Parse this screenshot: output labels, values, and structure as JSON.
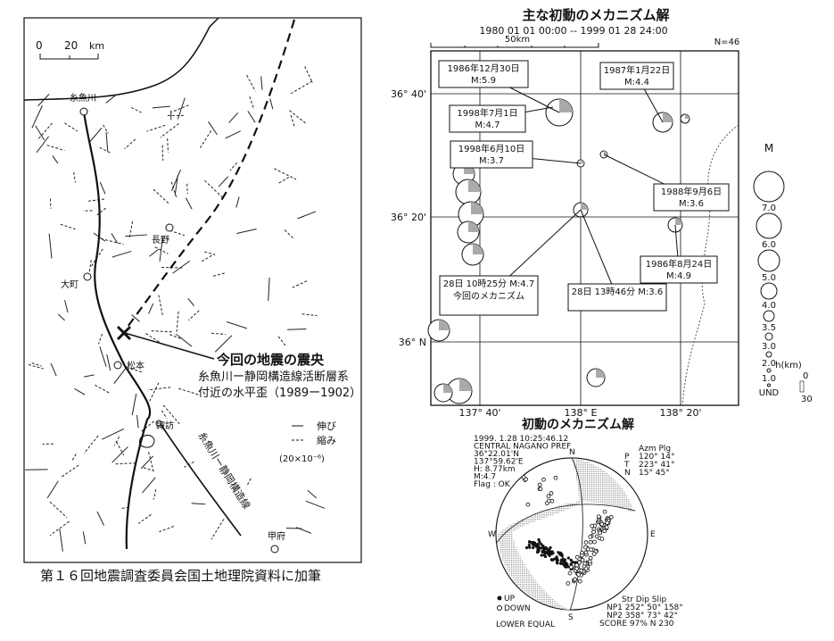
{
  "left_map": {
    "scale_label": "0",
    "scale_value": "20",
    "scale_unit": "km",
    "cities": [
      "糸魚川",
      "長野",
      "大町",
      "松本",
      "諏訪",
      "甲府"
    ],
    "epicenter_label": "今回の地震の震央",
    "strain_title_1": "糸魚川ー静岡構造線活断層系",
    "strain_title_2": "付近の水平歪（1989ー1902）",
    "legend_extension": "伸び",
    "legend_compression": "縮み",
    "legend_unit": "(20×10⁻⁶)",
    "fault_label": "糸魚川ー静岡構造線",
    "caption": "第１６回地震調査委員会国土地理院資料に加筆"
  },
  "right_map": {
    "title": "主な初動のメカニズム解",
    "period": "1980 01 01 00:00 -- 1999 01 28 24:00",
    "scale": "50km",
    "count": "N=46",
    "lat_labels": [
      "36° 40'",
      "36° 20'",
      "36° N"
    ],
    "lon_labels": [
      "137° 40'",
      "138° E",
      "138° 20'"
    ],
    "events": [
      {
        "date": "1986年12月30日",
        "mag": "M:5.9"
      },
      {
        "date": "1987年1月22日",
        "mag": "M:4.4"
      },
      {
        "date": "1998年7月1日",
        "mag": "M:4.7"
      },
      {
        "date": "1998年6月10日",
        "mag": "M:3.7"
      },
      {
        "date": "1988年9月6日",
        "mag": "M:3.6"
      },
      {
        "date": "1986年8月24日",
        "mag": "M:4.9"
      },
      {
        "date": "28日 10時25分",
        "mag": "M:4.7",
        "note": "今回のメカニズム"
      },
      {
        "date": "28日 13時46分",
        "mag": "M:3.6"
      }
    ],
    "mag_legend_title": "M",
    "mag_legend": [
      "7.0",
      "6.0",
      "5.0",
      "4.0",
      "3.5",
      "3.0",
      "2.0",
      "1.0",
      "UND"
    ],
    "depth_title": "h(km)",
    "depth_values": [
      "0",
      "30"
    ]
  },
  "mechanism": {
    "title": "初動のメカニズム解",
    "info": [
      "1999. 1.28  10:25:46.12",
      "CENTRAL NAGANO PREF",
      " 36°22.01'N",
      "137°59.62'E",
      "  H:  8.77km",
      "  M:4.7",
      "Flag : OK"
    ],
    "axes_header": "Azm Plg",
    "axes": [
      [
        "P",
        "120° 14°"
      ],
      [
        "T",
        "223° 41°"
      ],
      [
        "N",
        " 15° 45°"
      ]
    ],
    "directions": [
      "N",
      "E",
      "S",
      "W"
    ],
    "legend_up": "UP",
    "legend_down": "DOWN",
    "projection": "LOWER EQUAL",
    "np_header": "Str Dip Slip",
    "np1": "NP1 252° 50° 158°",
    "np2": "NP2 358° 73°  42°",
    "score": "SCORE  97%   N 230"
  }
}
